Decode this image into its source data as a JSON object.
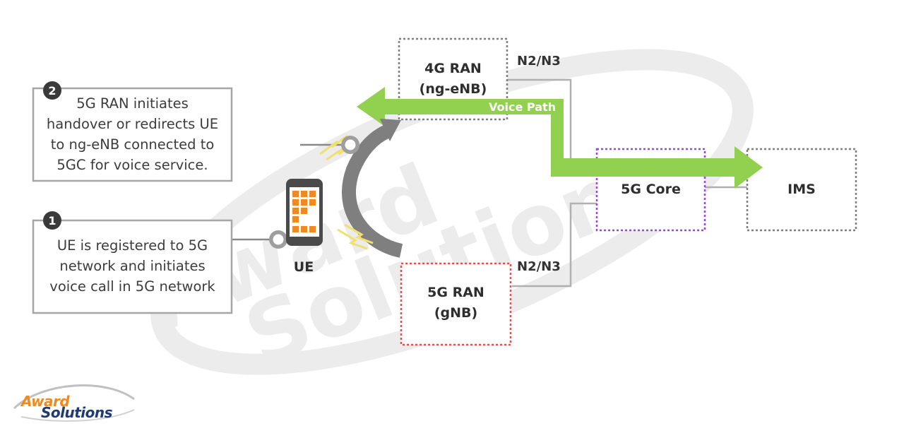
{
  "callouts": [
    {
      "number": "2",
      "lines": [
        "5G RAN initiates",
        "handover or redirects UE",
        "to ng-eNB connected to",
        "5GC for voice service."
      ]
    },
    {
      "number": "1",
      "lines": [
        "UE is registered to 5G",
        "network and initiates",
        "voice call in 5G network"
      ]
    }
  ],
  "nodes": {
    "ran4g": {
      "lines": [
        "4G RAN",
        "(ng-eNB)"
      ]
    },
    "ran5g": {
      "lines": [
        "5G RAN",
        "(gNB)"
      ]
    },
    "core": {
      "label": "5G Core"
    },
    "ims": {
      "label": "IMS"
    },
    "ue": {
      "label": "UE"
    }
  },
  "interfaces": {
    "top": "N2/N3",
    "bottom": "N2/N3"
  },
  "voice_path_label": "Voice Path",
  "watermark": "Award Solutions",
  "logo": {
    "line1": "Award",
    "line2": "Solutions"
  },
  "colors": {
    "voice_path": "#92d050",
    "ran4g_border": "#7f7f7f",
    "ran5g_border": "#e05050",
    "core_border": "#a040e0",
    "ims_border": "#7f7f7f",
    "phone_tiles": "#f08a20",
    "signal": "#f0e070"
  }
}
